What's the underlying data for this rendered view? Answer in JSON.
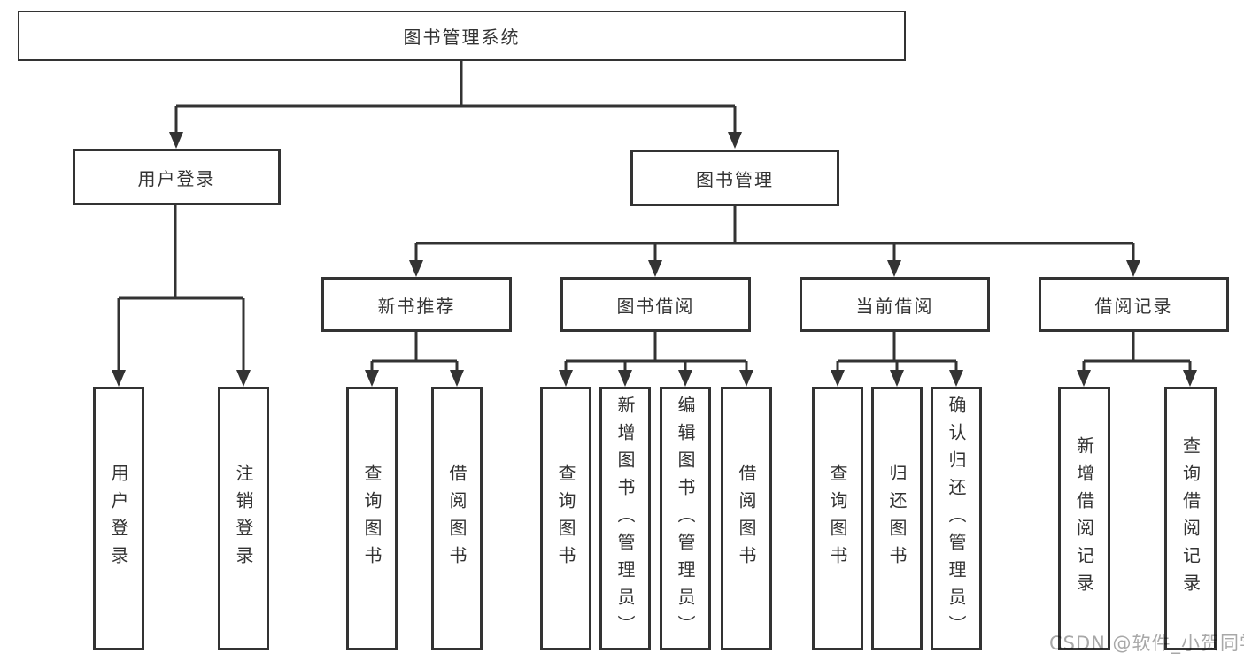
{
  "tree": {
    "label": "图书管理系统",
    "children": [
      {
        "label": "用户登录",
        "children": [
          {
            "label": "用户登录"
          },
          {
            "label": "注销登录"
          }
        ]
      },
      {
        "label": "图书管理",
        "children": [
          {
            "label": "新书推荐",
            "children": [
              {
                "label": "查询图书"
              },
              {
                "label": "借阅图书"
              }
            ]
          },
          {
            "label": "图书借阅",
            "children": [
              {
                "label": "查询图书"
              },
              {
                "label": "新增图书（管理员）"
              },
              {
                "label": "编辑图书（管理员）"
              },
              {
                "label": "借阅图书"
              }
            ]
          },
          {
            "label": "当前借阅",
            "children": [
              {
                "label": "查询图书"
              },
              {
                "label": "归还图书"
              },
              {
                "label": "确认归还（管理员）"
              }
            ]
          },
          {
            "label": "借阅记录",
            "children": [
              {
                "label": "新增借阅记录"
              },
              {
                "label": "查询借阅记录"
              }
            ]
          }
        ]
      }
    ]
  },
  "watermark": "CSDN @软件_小贺同学",
  "colors": {
    "line": "#333333",
    "text": "#333333",
    "box_background": "#ffffff",
    "watermark": "#a8a8a8",
    "background": "#ffffff"
  }
}
